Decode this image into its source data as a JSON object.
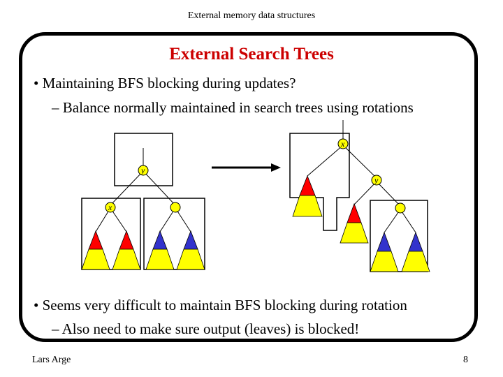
{
  "header": "External memory data structures",
  "title": "External Search Trees",
  "bullets": [
    {
      "mark": "•",
      "text": "Maintaining BFS blocking during updates?",
      "sub": {
        "mark": "–",
        "text": "Balance normally maintained in search trees using rotations"
      }
    },
    {
      "mark": "•",
      "text": "Seems very difficult to maintain BFS blocking during rotation",
      "sub": {
        "mark": "–",
        "text": "Also need to make sure output (leaves) is blocked!"
      }
    }
  ],
  "diagram": {
    "before": {
      "root_label": "y",
      "child_label": "x"
    },
    "after": {
      "root_label": "x",
      "child_label": "y"
    }
  },
  "colors": {
    "title": "#cc0000",
    "red": "#ff0000",
    "blue": "#3333cc",
    "yellow": "#ffff00"
  },
  "footer": {
    "author": "Lars Arge",
    "page": "8"
  }
}
